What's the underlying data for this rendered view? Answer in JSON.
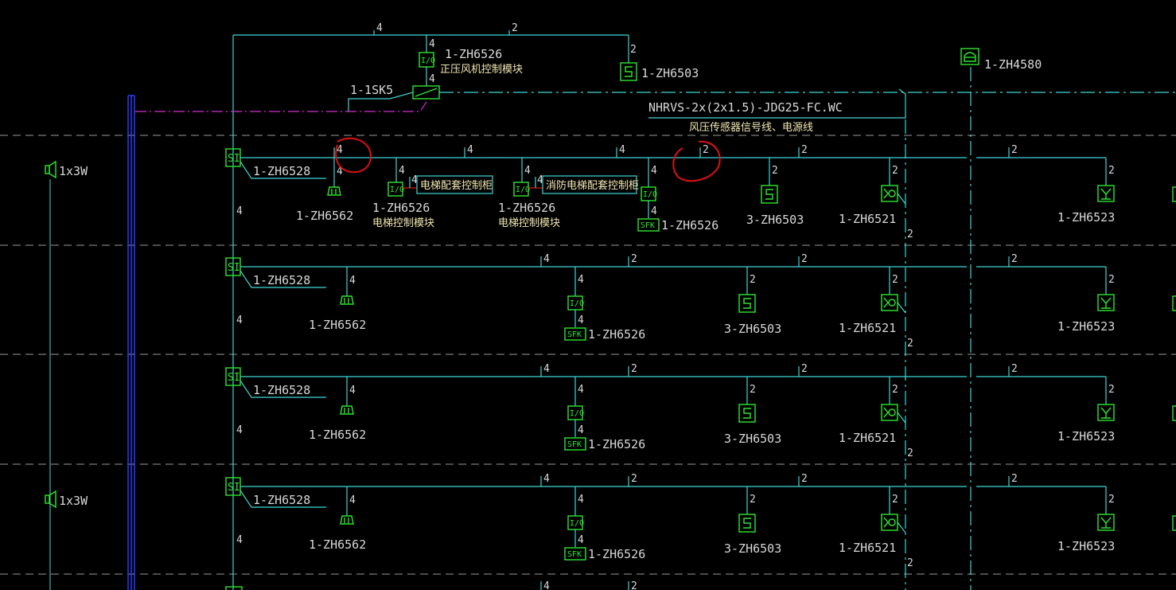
{
  "top": {
    "wire_a": "4",
    "wire_b": "2",
    "wire_c": "4",
    "module_label": "1-ZH6526",
    "module_desc": "正压风机控制模块",
    "wire_d": "2",
    "sensor_label": "1-ZH6503",
    "sk_label": "1-1SK5",
    "top_right_label": "1-ZH4580",
    "cable_spec": "NHRVS-2x(2x1.5)-JDG25-FC.WC",
    "cable_desc": "风压传感器信号线、电源线"
  },
  "speaker_label": "1x3W",
  "si_text": "SI",
  "io_text": "I/O",
  "sfk_text": "SFK",
  "rows": [
    {
      "si_label": "1-ZH6528",
      "riser_wire": "4",
      "bus_wires": [
        "4",
        "4",
        "4",
        "2",
        "2",
        "2"
      ],
      "smoke_wire": "4",
      "smoke_label": "1-ZH6562",
      "elev1_wire": "4",
      "elev1_tag_wire": "4",
      "elev1_text": "电梯配套控制柜",
      "elev1_label": "1-ZH6526",
      "elev1_desc": "电梯控制模块",
      "elev2_wire": "4",
      "elev2_tag_wire": "4",
      "elev2_text": "消防电梯配套控制柜",
      "elev2_label": "1-ZH6526",
      "elev2_desc": "电梯控制模块",
      "io_wire": "4",
      "sfk_wire": "4",
      "sfk_label": "1-ZH6526",
      "s_wire": "2",
      "s_label": "3-ZH6503",
      "ph_wire": "2",
      "ph_label": "1-ZH6521",
      "down_wire": "2",
      "y_wire": "2",
      "y_label": "1-ZH6523"
    },
    {
      "si_label": "1-ZH6528",
      "riser_wire": "4",
      "bus_wires": [
        "4",
        "2",
        "2",
        "2"
      ],
      "smoke_wire": "4",
      "smoke_label": "1-ZH6562",
      "io_wire": "4",
      "sfk_wire": "4",
      "sfk_label": "1-ZH6526",
      "s_wire": "2",
      "s_label": "3-ZH6503",
      "ph_wire": "2",
      "ph_label": "1-ZH6521",
      "down_wire": "2",
      "y_wire": "2",
      "y_label": "1-ZH6523"
    },
    {
      "si_label": "1-ZH6528",
      "riser_wire": "4",
      "bus_wires": [
        "4",
        "2",
        "2",
        "2"
      ],
      "smoke_wire": "4",
      "smoke_label": "1-ZH6562",
      "io_wire": "4",
      "sfk_wire": "4",
      "sfk_label": "1-ZH6526",
      "s_wire": "2",
      "s_label": "3-ZH6503",
      "ph_wire": "2",
      "ph_label": "1-ZH6521",
      "down_wire": "2",
      "y_wire": "2",
      "y_label": "1-ZH6523"
    },
    {
      "si_label": "1-ZH6528",
      "riser_wire": "4",
      "bus_wires": [
        "4",
        "2",
        "2",
        "2"
      ],
      "smoke_wire": "4",
      "smoke_label": "1-ZH6562",
      "io_wire": "4",
      "sfk_wire": "4",
      "sfk_label": "1-ZH6526",
      "s_wire": "2",
      "s_label": "3-ZH6503",
      "ph_wire": "2",
      "ph_label": "1-ZH6521",
      "down_wire": "2",
      "y_wire": "2",
      "y_label": "1-ZH6523"
    }
  ],
  "bottom_wires": [
    "4",
    "2"
  ],
  "colors": {
    "background": "#000000",
    "bus": "#3fd6d6",
    "device": "#2ee62e",
    "text": "#d8d8d8",
    "note_text": "#f0e6b0",
    "annotation": "#e01010",
    "magenta_line": "#d030d0",
    "riser_blue": "#2a3cff"
  }
}
